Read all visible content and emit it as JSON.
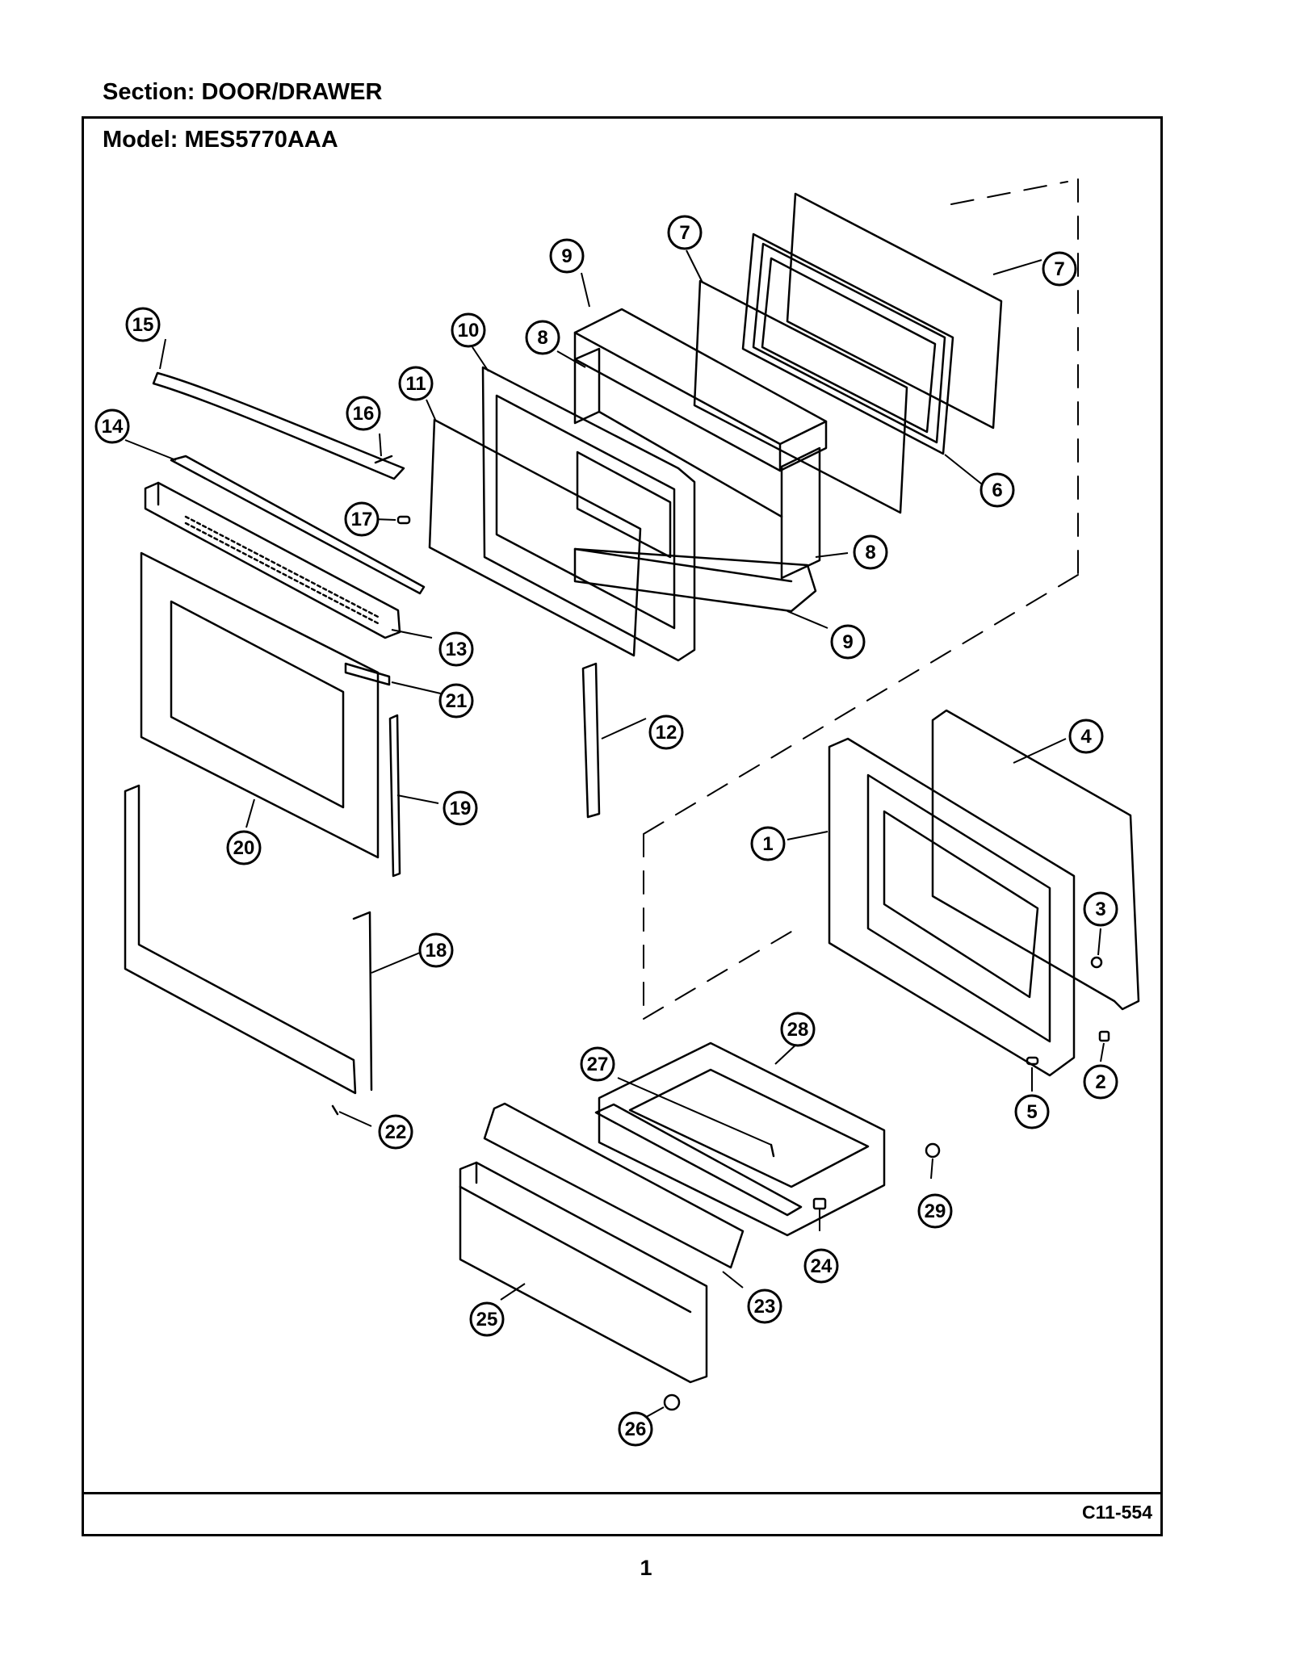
{
  "header": {
    "section_label": "Section:  DOOR/DRAWER",
    "model_label": "Model:  MES5770AAA"
  },
  "footer": {
    "diagram_code": "C11-554",
    "page_number": "1"
  },
  "callouts": [
    "1",
    "2",
    "3",
    "4",
    "5",
    "6",
    "7",
    "7",
    "8",
    "8",
    "9",
    "9",
    "10",
    "11",
    "12",
    "13",
    "14",
    "15",
    "16",
    "17",
    "18",
    "19",
    "20",
    "21",
    "22",
    "23",
    "24",
    "25",
    "26",
    "27",
    "28",
    "29"
  ]
}
